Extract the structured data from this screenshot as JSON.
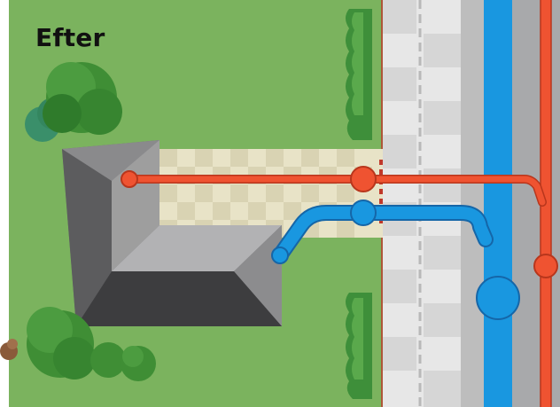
{
  "title": "Efter",
  "legend_hidden": true,
  "colors": {
    "lawn": "#7bb35e",
    "sidewalk_light": "#e7e7e7",
    "sidewalk_dark": "#d5d5d5",
    "curb": "#bdbdbd",
    "road": "#a8a9ab",
    "water_pipe": "#1997e0",
    "sewer_pipe": "#ef5331",
    "paving": "#e8e3c7",
    "roof_light": "#9e9e9e",
    "roof_dark": "#3d3d3f",
    "hedge": "#3e8f3a",
    "tree": "#3f8e35"
  },
  "icons": [
    "house-roof",
    "tree",
    "hedge",
    "manhole"
  ]
}
